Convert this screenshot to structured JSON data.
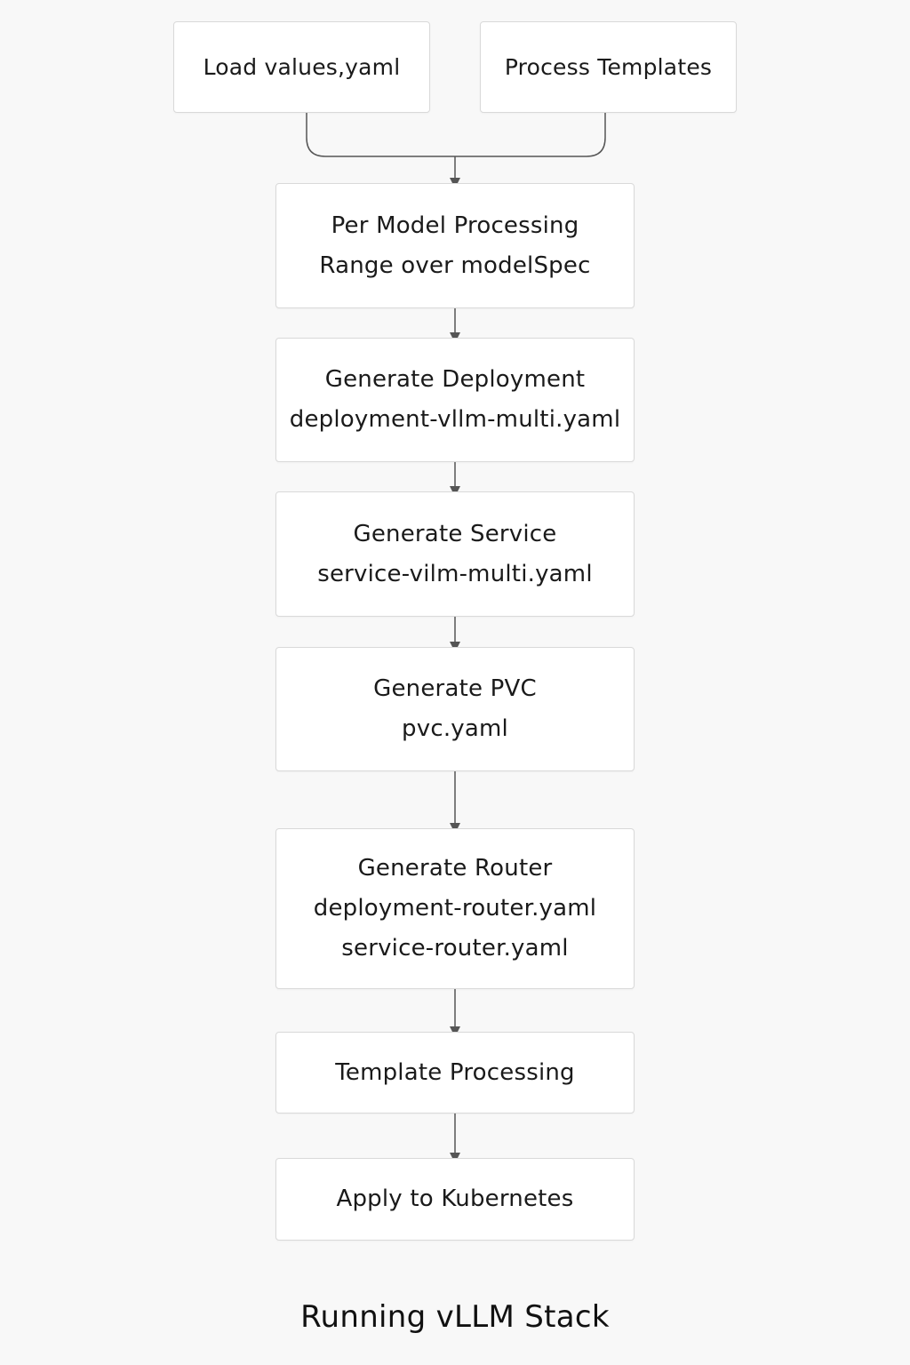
{
  "diagram": {
    "top_nodes": [
      {
        "id": "load",
        "lines": [
          "Load values,yaml"
        ]
      },
      {
        "id": "process",
        "lines": [
          "Process Templates"
        ]
      }
    ],
    "nodes": [
      {
        "id": "per_model",
        "lines": [
          "Per Model Processing",
          "Range over modelSpec"
        ]
      },
      {
        "id": "gen_deploy",
        "lines": [
          "Generate Deployment",
          "deployment-vllm-multi.yaml"
        ]
      },
      {
        "id": "gen_service",
        "lines": [
          "Generate Service",
          "service-vilm-multi.yaml"
        ]
      },
      {
        "id": "gen_pvc",
        "lines": [
          "Generate PVC",
          "pvc.yaml"
        ]
      },
      {
        "id": "gen_router",
        "lines": [
          "Generate Router",
          "deployment-router.yaml",
          "service-router.yaml"
        ]
      },
      {
        "id": "template_proc",
        "lines": [
          "Template Processing"
        ]
      },
      {
        "id": "apply",
        "lines": [
          "Apply to Kubernetes"
        ]
      }
    ],
    "edges": [
      [
        "load",
        "per_model"
      ],
      [
        "process",
        "per_model"
      ],
      [
        "per_model",
        "gen_deploy"
      ],
      [
        "gen_deploy",
        "gen_service"
      ],
      [
        "gen_service",
        "gen_pvc"
      ],
      [
        "gen_pvc",
        "gen_router"
      ],
      [
        "gen_router",
        "template_proc"
      ],
      [
        "template_proc",
        "apply"
      ]
    ],
    "footer_title": "Running vLLM Stack"
  },
  "colors": {
    "background": "#f8f8f8",
    "node_fill": "#ffffff",
    "node_border": "#d9d9d9",
    "connector": "#555555"
  }
}
